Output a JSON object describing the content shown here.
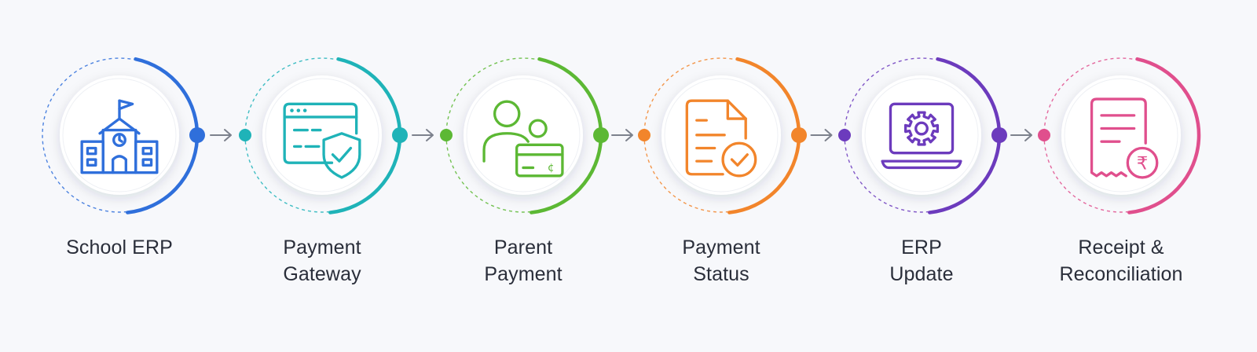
{
  "steps": [
    {
      "id": "school-erp",
      "color": "#2f6fdb",
      "label": [
        "School ERP"
      ],
      "icon": "school-building-icon"
    },
    {
      "id": "payment-gateway",
      "color": "#1fb3b8",
      "label": [
        "Payment",
        "Gateway"
      ],
      "icon": "secure-browser-shield-icon"
    },
    {
      "id": "parent-payment",
      "color": "#5cb834",
      "label": [
        "Parent",
        "Payment"
      ],
      "icon": "parent-child-card-icon"
    },
    {
      "id": "payment-status",
      "color": "#f2852b",
      "label": [
        "Payment",
        "Status"
      ],
      "icon": "document-check-icon"
    },
    {
      "id": "erp-update",
      "color": "#6c3bbd",
      "label": [
        "ERP",
        "Update"
      ],
      "icon": "laptop-gear-icon"
    },
    {
      "id": "receipt-reconciliation",
      "color": "#e04f8d",
      "label": [
        "Receipt &",
        "Reconciliation"
      ],
      "icon": "receipt-rupee-icon"
    }
  ],
  "connector": {
    "color": "#7c818c",
    "icon": "arrow-right-icon"
  }
}
